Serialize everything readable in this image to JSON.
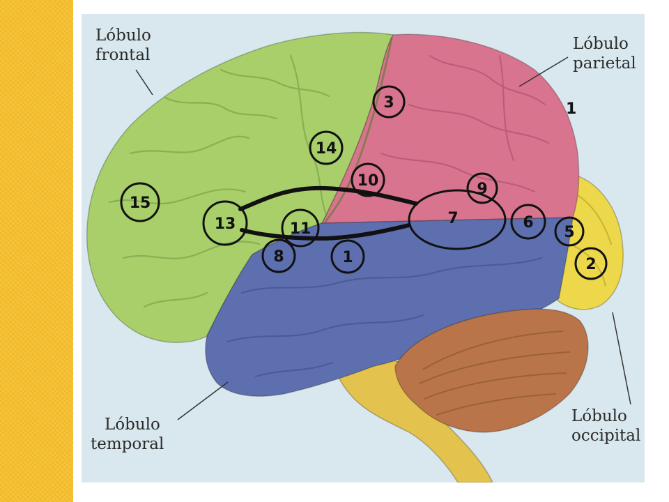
{
  "colors": {
    "side_bar": "#f5be2c",
    "panel_background": "#d9e8ee",
    "frontal_lobe": "#a8cf6a",
    "parietal_lobe": "#d9748f",
    "temporal_lobe": "#5d6fae",
    "occipital_lobe": "#ecd84a",
    "cerebellum": "#b9744a",
    "brainstem": "#e3c24e",
    "markers": "#111111"
  },
  "lobe_labels": {
    "frontal": [
      "Lóbulo",
      "frontal"
    ],
    "parietal": [
      "Lóbulo",
      "parietal"
    ],
    "temporal": [
      "Lóbulo",
      "temporal"
    ],
    "occipital": [
      "Lóbulo",
      "occipital"
    ]
  },
  "corner_number": "1",
  "markers": [
    {
      "id": "m3",
      "label": "3"
    },
    {
      "id": "m14",
      "label": "14"
    },
    {
      "id": "m10",
      "label": "10"
    },
    {
      "id": "m9",
      "label": "9"
    },
    {
      "id": "m15",
      "label": "15"
    },
    {
      "id": "m13",
      "label": "13"
    },
    {
      "id": "m11",
      "label": "11"
    },
    {
      "id": "m7",
      "label": "7"
    },
    {
      "id": "m6",
      "label": "6"
    },
    {
      "id": "m5",
      "label": "5"
    },
    {
      "id": "m2",
      "label": "2"
    },
    {
      "id": "m8",
      "label": "8"
    },
    {
      "id": "m1",
      "label": "1"
    }
  ]
}
